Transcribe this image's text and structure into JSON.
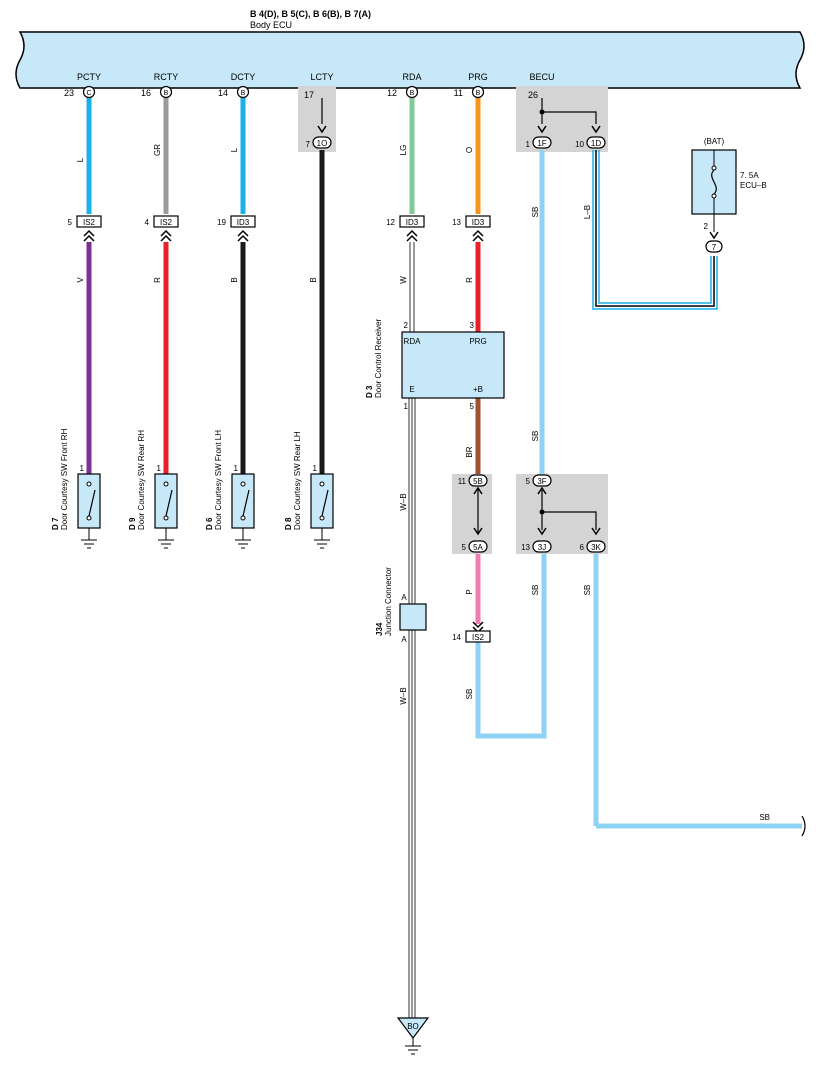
{
  "ecu": {
    "header": "B 4(D), B 5(C), B 6(B), B 7(A)",
    "name": "Body ECU",
    "fill": "#c6e8f9",
    "terminals": {
      "pcty": {
        "name": "PCTY",
        "pin": "23",
        "conn": "C"
      },
      "rcty": {
        "name": "RCTY",
        "pin": "16",
        "conn": "B"
      },
      "dcty": {
        "name": "DCTY",
        "pin": "14",
        "conn": "B"
      },
      "lcty": {
        "name": "LCTY",
        "pin": "17"
      },
      "rda": {
        "name": "RDA",
        "pin": "12",
        "conn": "B"
      },
      "prg": {
        "name": "PRG",
        "pin": "11",
        "conn": "B"
      },
      "becu": {
        "name": "BECU",
        "pin": "26"
      }
    }
  },
  "colors": {
    "L": "#1ab0e8",
    "GR": "#9a9a9a",
    "B": "#1a1a1a",
    "LG": "#82c99a",
    "O": "#f7941d",
    "V": "#7b3294",
    "R": "#e8202a",
    "W": "#ffffff",
    "BR": "#a0522d",
    "P": "#f07cb4",
    "SB": "#8fd3f4",
    "junction_gray": "#d4d4d4",
    "component_fill": "#c6e8f9"
  },
  "wires": {
    "pcty_top": "L",
    "pcty_bot": "V",
    "rcty_top": "GR",
    "rcty_bot": "R",
    "dcty_top": "L",
    "dcty_bot": "B",
    "lcty": "B",
    "rda_top": "LG",
    "rda_mid": "W",
    "rda_e": "W–B",
    "rda_e_lower": "W–B",
    "prg_top": "O",
    "prg_mid": "R",
    "prg_br": "BR",
    "prg_p": "P",
    "sb_is2": "SB",
    "becu_1f": "SB",
    "becu_1f_lower": "SB",
    "becu_1d": "L–B",
    "sb_3j": "SB",
    "sb_3k": "SB",
    "sb_end": "SB"
  },
  "connectors": {
    "pcty_is2": {
      "pin": "5",
      "name": "IS2"
    },
    "rcty_is2": {
      "pin": "4",
      "name": "IS2"
    },
    "dcty_id3": {
      "pin": "19",
      "name": "ID3"
    },
    "rda_id3": {
      "pin": "12",
      "name": "ID3"
    },
    "prg_id3": {
      "pin": "13",
      "name": "ID3"
    },
    "lcty_1o": {
      "pin": "7",
      "name": "1O"
    },
    "becu_1f": {
      "pin": "1",
      "name": "1F"
    },
    "becu_1d": {
      "pin": "10",
      "name": "1D"
    },
    "j_5b": {
      "pin": "11",
      "name": "5B"
    },
    "j_5a": {
      "pin": "5",
      "name": "5A"
    },
    "j_3f": {
      "pin": "5",
      "name": "3F"
    },
    "j_3j": {
      "pin": "13",
      "name": "3J"
    },
    "j_3k": {
      "pin": "6",
      "name": "3K"
    },
    "p_is2": {
      "pin": "14",
      "name": "IS2"
    }
  },
  "switches": [
    {
      "code": "D 7",
      "name": "Door Courtesy SW Front RH",
      "pin": "1"
    },
    {
      "code": "D 9",
      "name": "Door Courtesy SW Rear RH",
      "pin": "1"
    },
    {
      "code": "D 6",
      "name": "Door Courtesy SW Front LH",
      "pin": "1"
    },
    {
      "code": "D 8",
      "name": "Door Courtesy SW Rear LH",
      "pin": "1"
    }
  ],
  "receiver": {
    "code": "D 3",
    "name": "Door Control Receiver",
    "rda": "RDA",
    "prg": "PRG",
    "e": "E",
    "b": "+B",
    "pin_rda": "2",
    "pin_prg": "3",
    "pin_e": "1",
    "pin_b": "5"
  },
  "fuse": {
    "source": "(BAT)",
    "rating": "7. 5A",
    "name": "ECU–B",
    "pin": "2",
    "conn": "7"
  },
  "junction": {
    "code": "J34",
    "name": "Junction Connector",
    "a_top": "A",
    "a_bot": "A"
  },
  "ground": {
    "label": "BO"
  }
}
